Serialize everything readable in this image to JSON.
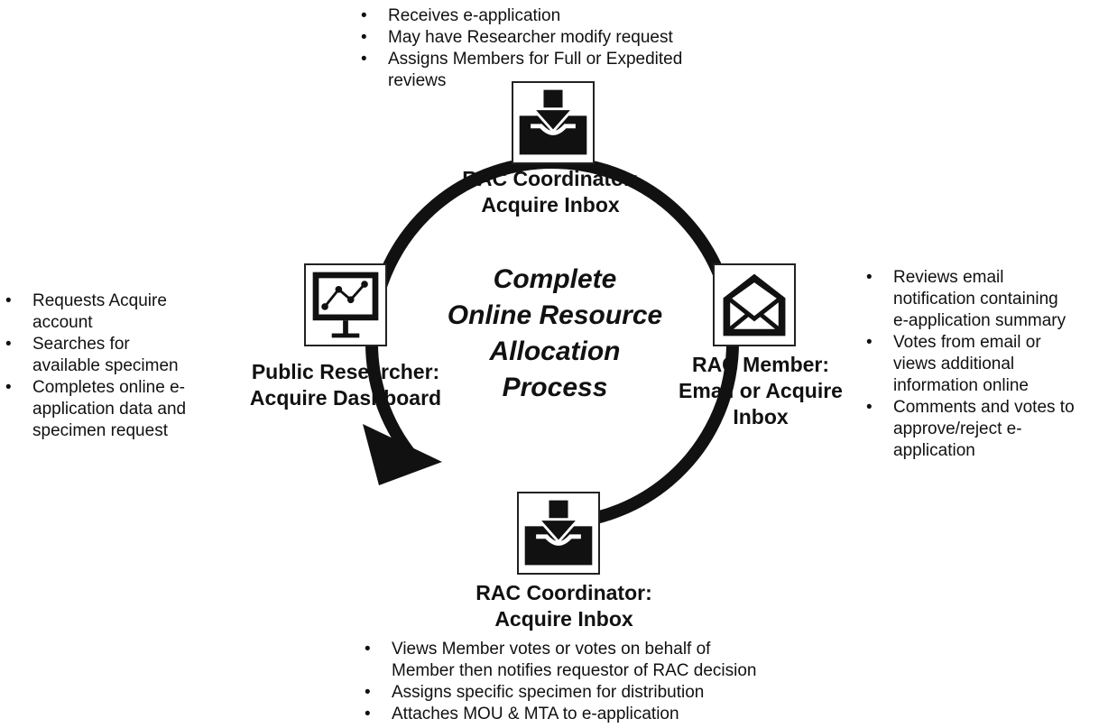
{
  "center_title": [
    "Complete",
    "Online Resource",
    "Allocation",
    "Process"
  ],
  "nodes": {
    "top": {
      "label": [
        "RAC Coordinator:",
        "Acquire Inbox"
      ],
      "icon": "inbox-download-icon",
      "bullets": [
        [
          "Receives e-application"
        ],
        [
          "May have Researcher modify request"
        ],
        [
          "Assigns Members for Full or Expedited",
          "reviews"
        ]
      ]
    },
    "right": {
      "label": [
        "RAC Member:",
        "Email or Acquire",
        "Inbox"
      ],
      "icon": "envelope-open-icon",
      "bullets": [
        [
          "Reviews email",
          "notification containing",
          "e-application summary"
        ],
        [
          "Votes from email or",
          "views additional",
          "information online"
        ],
        [
          "Comments and votes to",
          "approve/reject e-",
          "application"
        ]
      ]
    },
    "bottom": {
      "label": [
        "RAC Coordinator:",
        "Acquire Inbox"
      ],
      "icon": "inbox-download-icon",
      "bullets": [
        [
          "Views Member votes or votes on behalf of",
          "Member then notifies requestor of RAC decision"
        ],
        [
          "Assigns specific specimen for distribution"
        ],
        [
          "Attaches MOU & MTA to e-application"
        ]
      ]
    },
    "left": {
      "label": [
        "Public Researcher:",
        "Acquire Dashboard"
      ],
      "icon": "dashboard-chart-icon",
      "bullets": [
        [
          "Requests Acquire",
          "account"
        ],
        [
          "Searches for",
          "available specimen"
        ],
        [
          "Completes online e-",
          "application data and",
          "specimen request"
        ]
      ]
    }
  },
  "colors": {
    "ring": "#111111",
    "box_border": "#222222"
  }
}
